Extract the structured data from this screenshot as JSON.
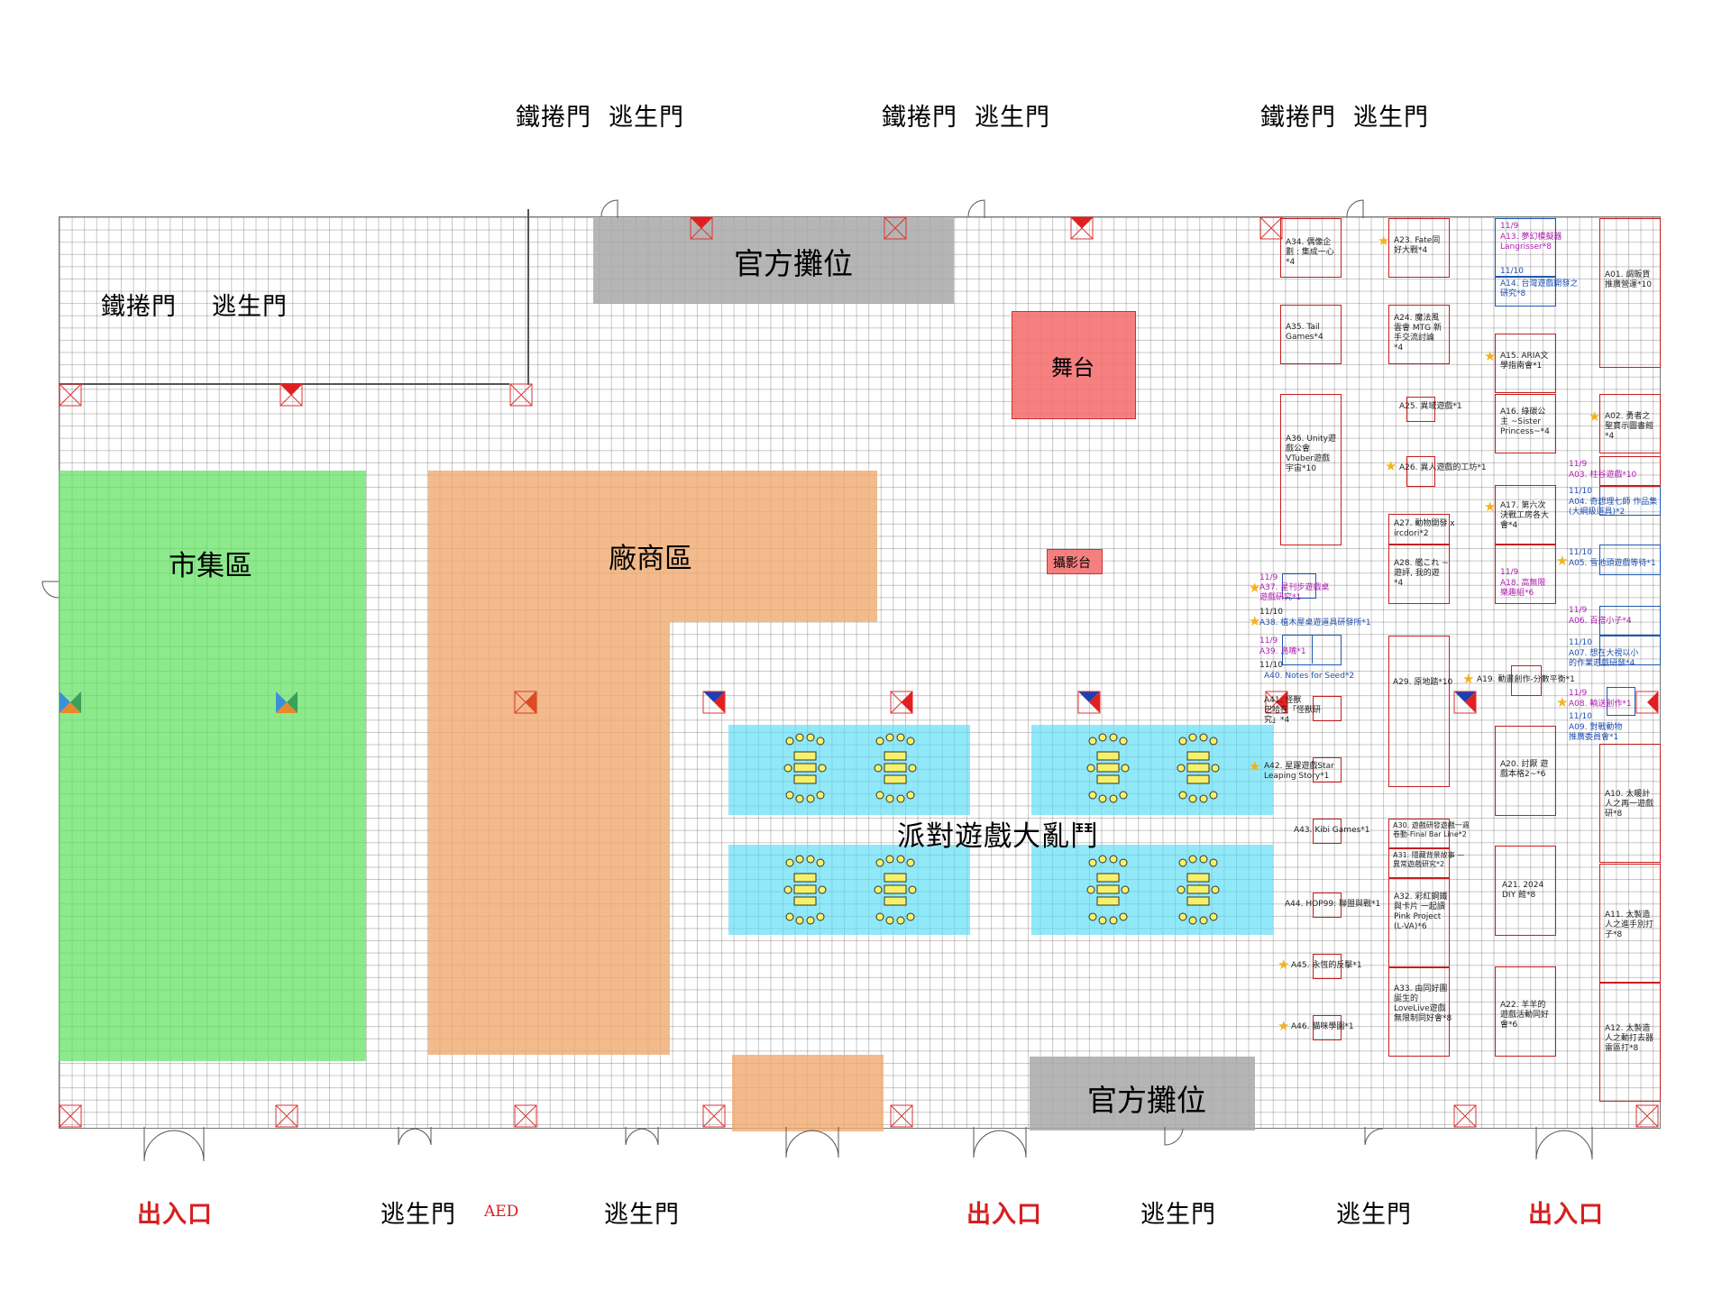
{
  "doors_top": [
    {
      "left": "鐵捲門",
      "right": "逃生門"
    },
    {
      "left": "鐵捲門",
      "right": "逃生門"
    },
    {
      "left": "鐵捲門",
      "right": "逃生門"
    }
  ],
  "doors_left": {
    "left": "鐵捲門",
    "right": "逃生門"
  },
  "zones": {
    "official_top": "官方攤位",
    "official_bottom": "官方攤位",
    "stage": "舞台",
    "photo": "攝影台",
    "market": "市集區",
    "vendor": "廠商區",
    "party": "派對遊戲大亂鬥"
  },
  "bottom_labels": {
    "entrance_1": "出入口",
    "escape_1": "逃生門",
    "aed": "AED",
    "escape_2": "逃生門",
    "entrance_2": "出入口",
    "escape_3": "逃生門",
    "escape_4": "逃生門",
    "entrance_3": "出入口"
  },
  "colors": {
    "market": "#5fe25f",
    "vendor": "#f0aa6e",
    "official": "#a8a8a8",
    "stage": "#f56e6e",
    "party": "#56dbf5",
    "booth_border": "#c81e1e",
    "booth_blue": "#1f58b0",
    "star": "#f2b21a",
    "entrance_text": "#d62020"
  },
  "booths": {
    "a01": "A01. 調販貨\n推廣營運*10",
    "a02": "A02. 勇者之\n聖寶示圖書館\n*4",
    "a03": "A03. 柱谷遊戲*10",
    "a04": "A04. 奇想理七師 作品集\n(大綱級道具)*2",
    "a05": "A05. 雪地頭遊戲等待*1",
    "a06": "A06. 百搭小子*4",
    "a07": "A07. 想在大視以小\n的作業遊戲研發*4",
    "a08": "A08. 輸送創作*1",
    "a09": "A09. 對戰動物\n推廣委員會*1",
    "a10": "A10. 太暖計\n人之再一遊戲\n研*8",
    "a11": "A11. 太製造\n人之進手別打\n子*8",
    "a12": "A12. 太製造\n人之動打去器\n雷區打*8",
    "a13": "A13. 夢幻模擬器\nLangrisser*8",
    "a14": "A14. 台灣遊戲開發之\n研究*8",
    "a15": "A15. ARIA文\n學指南會*1",
    "a16": "A16. 綠碳公\n主 ~Sister\nPrincess~*4",
    "a17": "A17. 第六次\n決戰工房各大\n會*4",
    "a18": "A18. 高無限\n樂趣組*6",
    "a19": "A19. 動畫創作-分數平衡*1",
    "a20": "A20. 討厭 遊\n戲本格2~*6",
    "a21": "A21. 2024\nDIY 館*8",
    "a22": "A22. 羊羊的\n遊戲活動同好\n會*6",
    "a23": "A23. Fate同\n好大戰*4",
    "a24": "A24. 魔法風\n雲會 MTG 新\n手交流討論\n*4",
    "a25": "A25. 異域遊戲*1",
    "a26": "A26. 異人遊戲的工坊*1",
    "a27": "A27. 動物開發 x\nircdori*2",
    "a28": "A28. 艦これ ~\n遊評, 我的遊\n*4",
    "a29": "A29. 原地踏*10",
    "a30": "A30. 遊戲研發遊戲一週\n卷動-Final Bar Line*2",
    "a31": "A31. 隱藏背景故事 —\n異常遊戲研究*2",
    "a32": "A32. 彩紅鋼鐵\n與卡片 一起讀\nPink Project\n(L-VA)*6",
    "a33": "A33. 由同好團\n誕生的\nLoveLive遊戲\n無限制同好會*8",
    "a34": "A34. 偶像企\n劃 : 集成一心\n*4",
    "a35": "A35. Tail\nGames*4",
    "a36": "A36. Unity遊\n戲公會\nVTuber遊戲\n宇宙*10",
    "a37": "A37. 星刊步遊戲桌\n遊戲研究*1",
    "a38": "A38. 植木屋桌遊道具研發所*1",
    "a39": "A39. 鳥嘴*1",
    "a40": "A40. Notes for Seed*2",
    "a41": "A41. 怪獸\n巴哈在「怪獸研\n究」*4",
    "a42": "A42. 星躍遊戲Star\nLeaping Story*1",
    "a43": "A43. Kibi Games*1",
    "a44": "A44. HOP99: 聯盟與戰*1",
    "a45": "A45. 永恆的反擊*1",
    "a46": "A46. 貓咪學園*1",
    "d119": "11/9",
    "d1110": "11/10"
  }
}
